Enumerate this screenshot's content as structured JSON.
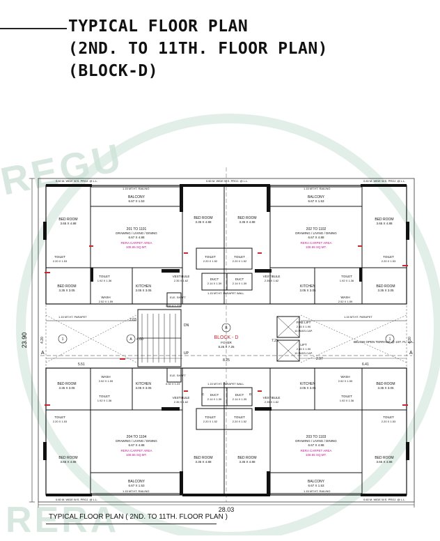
{
  "title": {
    "line1": "TYPICAL FLOOR PLAN",
    "line2": "(2ND. TO 11TH. FLOOR PLAN)",
    "line3": "(BLOCK-D)"
  },
  "watermark": {
    "left_text": "REGU",
    "bottom_text": "RERA"
  },
  "caption": "TYPICAL FLOOR PLAN ( 2ND. TO 11TH. FLOOR PLAN )",
  "dimensions": {
    "overall_width": "28.03",
    "overall_depth": "23.90",
    "left_dim": "4.20",
    "right_dim": "4.20",
    "center_dim": "8.25"
  },
  "edge_notes": {
    "top_left": "0.60 M. WIDE W.S. PROJ. @ L.L.",
    "top_right": "0.60 M. WIDE W.S. PROJ. @ L.L.",
    "top_mid": "0.60 M. WIDE W.S. PROJ. @ L.L.",
    "bottom_left": "0.60 M. WIDE W.S. PROJ. @ L.L.",
    "bottom_right": "0.60 M. WIDE W.S. PROJ. @ L.L.",
    "railing": "1.15 MT.HT. RAILING",
    "parapet": "1.15 MT.HT. PARAPET WALL"
  },
  "core": {
    "block_label": "BLOCK - D",
    "foyer": "FOYER",
    "foyer_size": "8.25 X 7.25",
    "fire_lift": "FIRE LIFT",
    "fire_lift_size": "2.45 X 1.90",
    "fire_lift_cap": "10 PASS.CAP.",
    "lift": "LIFT",
    "lift_size": "2.45 X 1.90",
    "lift_cap": "10 PASS.CAP.",
    "stair_dn": "DN",
    "stair_up": "UP",
    "shaft": "ELE. SHAFT",
    "shaft_size": "0.92 X 1.23",
    "terrace": "BELOW OPEN TERRACE @ 1ST. FL. LVL.",
    "parapet_note": "1.15 MT.HT. PARAPET",
    "dim_a": "2.03",
    "dim_b": "4.60",
    "dim_c": "5.51",
    "dim_d": "6.41",
    "dim_e": "2.97",
    "dim_f": "7.25"
  },
  "rooms": {
    "balcony": "BALCONY",
    "balcony_size": "6.67 X 1.53",
    "bed1": "BED ROOM",
    "bed1_size": "3.65 X 4.88",
    "bed2": "BED ROOM",
    "bed2_size": "3.35 X 4.88",
    "bed3": "BED ROOM",
    "bed3_size": "3.35 X 3.05",
    "dining": "DRAWING / LIVING / DINING",
    "dining_size": "6.67 X 4.88",
    "toilet1": "TOILET",
    "toilet1_size": "2.20 X 1.52",
    "toilet2": "TOILET",
    "toilet2_size": "2.20 X 1.53",
    "toilet3": "TOILET",
    "toilet3_size": "1.92 X 1.36",
    "kitchen": "KITCHEN",
    "kitchen_size": "3.05 X 3.05",
    "wash": "WASH",
    "wash_size": "2.52 X 1.59",
    "vestibule": "VESTIBULE",
    "vestibule_size": "2.35 X 1.62",
    "duct": "DUCT",
    "duct_size": "2.14 X 1.39",
    "carpet": "RERA CARPET AREA",
    "carpet_area": "108.65 SQ.MT."
  },
  "units": {
    "u1": "201 TO 1101",
    "u2": "202 TO 1102",
    "u3": "203 TO 1103",
    "u4": "204 TO 1104"
  },
  "grid": {
    "a": "A",
    "b": "B",
    "one": "1",
    "c": "C",
    "d": "D"
  },
  "colors": {
    "wall": "#111111",
    "carpet_text": "#c0168f",
    "red_mark": "#c8262c",
    "watermark": "#b9d7c8",
    "background": "#ffffff"
  }
}
